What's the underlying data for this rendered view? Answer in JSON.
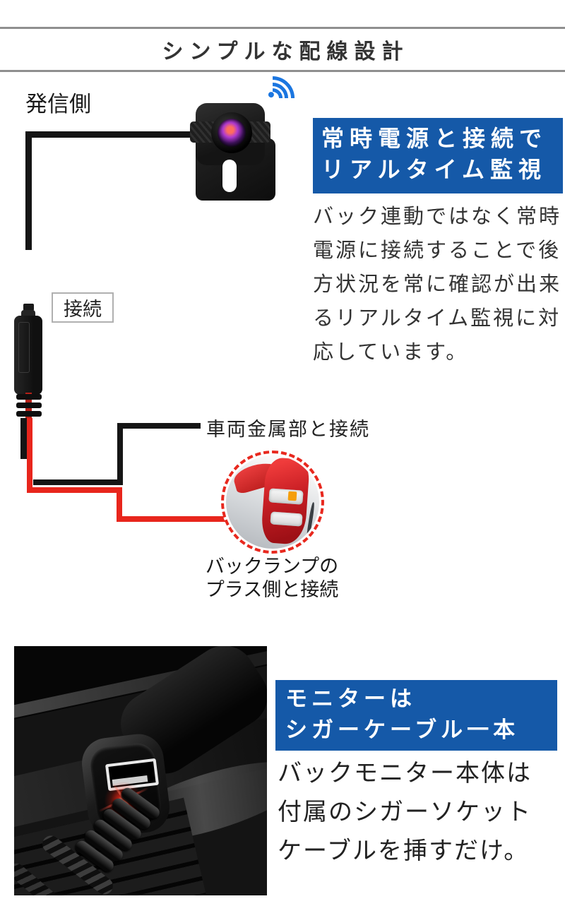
{
  "header": {
    "title": "シンプルな配線設計"
  },
  "diagram": {
    "transmitter_label": "発信側",
    "connect_label": "接続",
    "ground_label": "車両金属部と接続",
    "lamp_caption_line1": "バックランプの",
    "lamp_caption_line2": "プラス側と接続"
  },
  "section1": {
    "heading_line1": "常時電源と接続で",
    "heading_line2": "リアルタイム監視",
    "body_line1": "バック連動ではなく常時",
    "body_line2": "電源に接続することで後",
    "body_line3": "方状況を常に確認が出来",
    "body_line4": "るリアルタイム監視に対",
    "body_line5": "応しています。"
  },
  "section2": {
    "heading_line1": "モニターは",
    "heading_line2": "シガーケーブル一本",
    "body_line1": "バックモニター本体は",
    "body_line2": "付属のシガーソケット",
    "body_line3": "ケーブルを挿すだけ。"
  },
  "icons": {
    "wifi": "wifi-signal-icon",
    "camera": "rear-view-camera",
    "tail_lamp": "car-tail-lamp-photo",
    "socket": "cigar-socket-photo"
  },
  "colors": {
    "accent_blue": "#1559a8",
    "wifi_blue": "#1b76e0",
    "wire_red": "#e8251c",
    "dashed_red": "#e8281e",
    "text_dark": "#333333"
  }
}
